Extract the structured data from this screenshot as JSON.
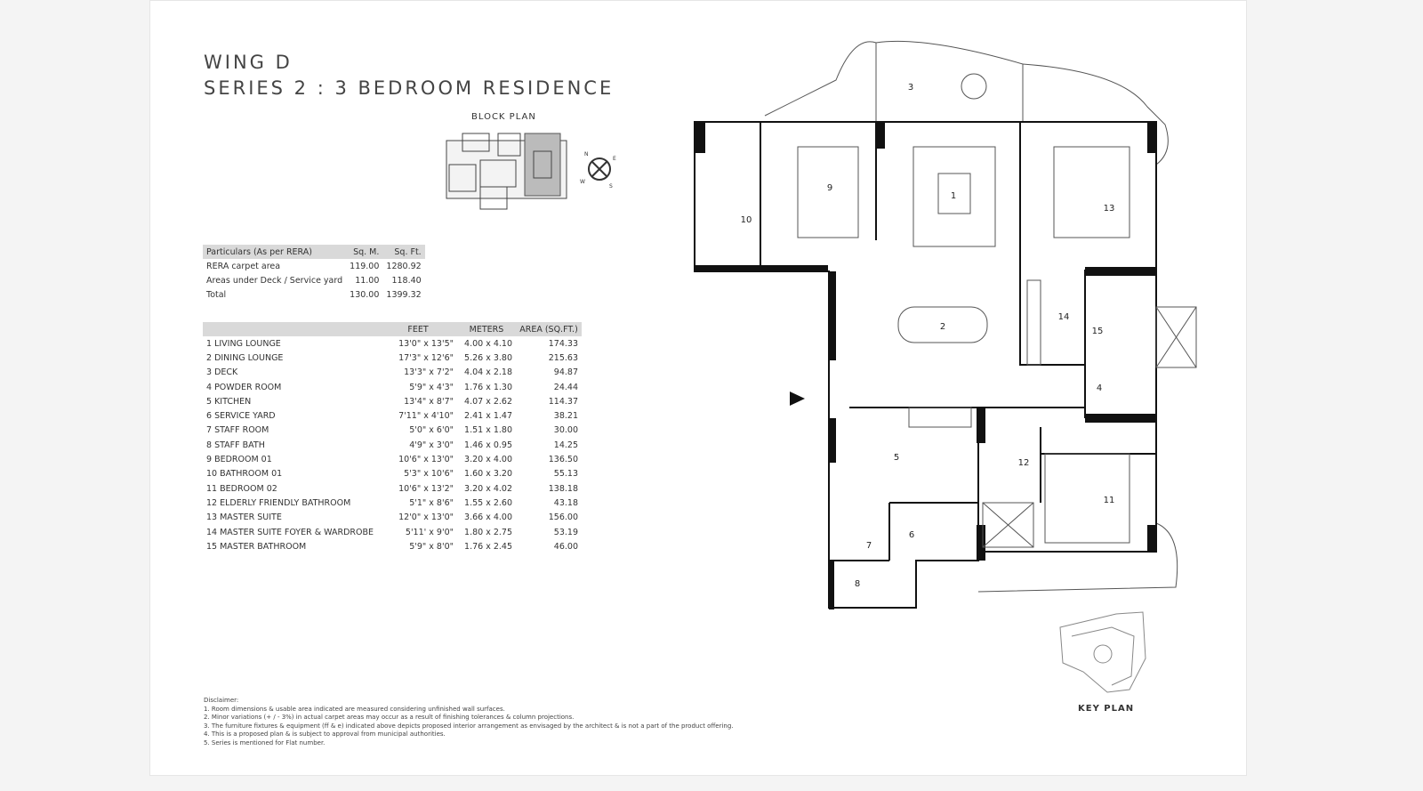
{
  "header": {
    "line1": "WING D",
    "line2": "SERIES 2 : 3 BEDROOM RESIDENCE"
  },
  "block_plan_label": "BLOCK PLAN",
  "key_plan_label": "KEY PLAN",
  "compass": {
    "letters": [
      "N",
      "E",
      "S",
      "W"
    ]
  },
  "area_table": {
    "headers": [
      "Particulars (As per RERA)",
      "Sq. M.",
      "Sq. Ft."
    ],
    "rows": [
      [
        "RERA carpet area",
        "119.00",
        "1280.92"
      ],
      [
        "Areas under Deck / Service yard",
        "11.00",
        "118.40"
      ],
      [
        "Total",
        "130.00",
        "1399.32"
      ]
    ]
  },
  "room_table": {
    "headers": [
      "",
      "FEET",
      "METERS",
      "AREA (SQ.FT.)"
    ],
    "rows": [
      [
        "1 LIVING LOUNGE",
        "13'0\" x 13'5\"",
        "4.00 x 4.10",
        "174.33"
      ],
      [
        "2 DINING LOUNGE",
        "17'3\" x 12'6\"",
        "5.26 x 3.80",
        "215.63"
      ],
      [
        "3 DECK",
        "13'3\" x 7'2\"",
        "4.04 x 2.18",
        "94.87"
      ],
      [
        "4 POWDER ROOM",
        "5'9\" x 4'3\"",
        "1.76 x 1.30",
        "24.44"
      ],
      [
        "5 KITCHEN",
        "13'4\" x 8'7\"",
        "4.07 x 2.62",
        "114.37"
      ],
      [
        "6 SERVICE YARD",
        "7'11\" x 4'10\"",
        "2.41 x 1.47",
        "38.21"
      ],
      [
        "7 STAFF ROOM",
        "5'0\" x 6'0\"",
        "1.51 x 1.80",
        "30.00"
      ],
      [
        "8 STAFF BATH",
        "4'9\" x 3'0\"",
        "1.46 x 0.95",
        "14.25"
      ],
      [
        "9 BEDROOM 01",
        "10'6\" x 13'0\"",
        "3.20 x 4.00",
        "136.50"
      ],
      [
        "10 BATHROOM 01",
        "5'3\" x 10'6\"",
        "1.60 x 3.20",
        "55.13"
      ],
      [
        "11 BEDROOM 02",
        "10'6\" x 13'2\"",
        "3.20 x 4.02",
        "138.18"
      ],
      [
        "12 ELDERLY FRIENDLY BATHROOM",
        "5'1\" x 8'6\"",
        "1.55 x 2.60",
        "43.18"
      ],
      [
        "13 MASTER SUITE",
        "12'0\" x 13'0\"",
        "3.66 x 4.00",
        "156.00"
      ],
      [
        "14 MASTER SUITE FOYER & WARDROBE",
        "5'11' x 9'0\"",
        "1.80 x 2.75",
        "53.19"
      ],
      [
        "15 MASTER BATHROOM",
        "5'9\" x 8'0\"",
        "1.76 x 2.45",
        "46.00"
      ]
    ]
  },
  "disclaimer": {
    "title": "Disclaimer:",
    "items": [
      "1. Room dimensions & usable area indicated are measured considering unfinished wall surfaces.",
      "2. Minor variations (+ / - 3%) in actual carpet areas may occur as a result of finishing tolerances & column projections.",
      "3. The furniture fixtures & equipment (ff & e) indicated above depicts proposed interior arrangement as envisaged by the architect & is not a part of the product offering.",
      "4. This is a proposed plan & is subject to approval from municipal authorities.",
      "5. Series is mentioned for Flat number."
    ]
  },
  "floor_plan": {
    "room_numbers": [
      "1",
      "2",
      "3",
      "4",
      "5",
      "6",
      "7",
      "8",
      "9",
      "10",
      "11",
      "12",
      "13",
      "14",
      "15"
    ],
    "entry_icon": "entry-arrow-icon"
  }
}
